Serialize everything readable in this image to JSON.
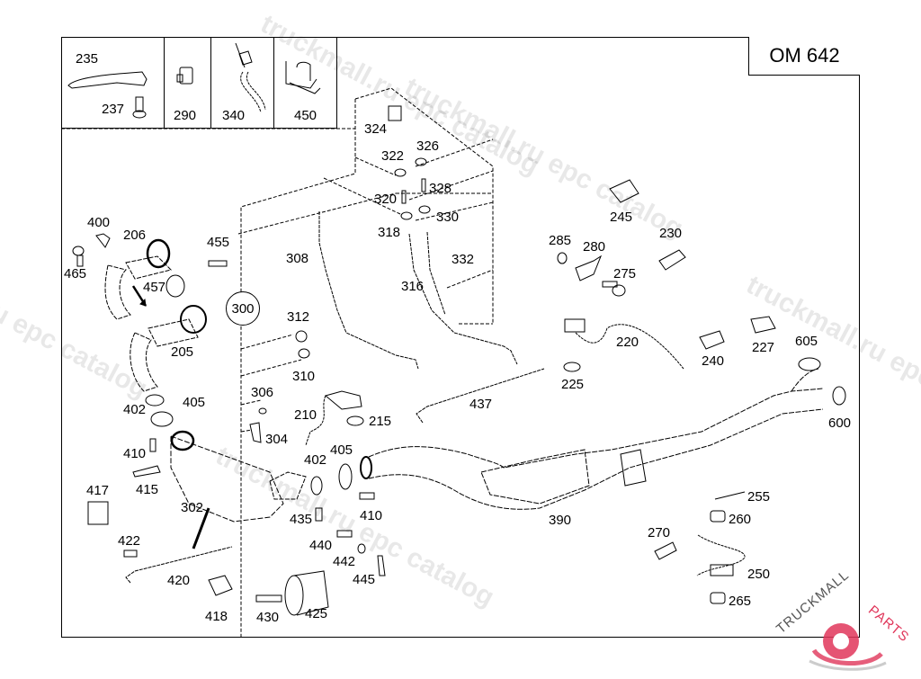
{
  "model": "OM  642",
  "insets": [
    {
      "parts": [
        "235",
        "237"
      ]
    },
    {
      "parts": [
        "290"
      ]
    },
    {
      "parts": [
        "340"
      ]
    },
    {
      "parts": [
        "450"
      ]
    }
  ],
  "labels": {
    "p235": "235",
    "p237": "237",
    "p290": "290",
    "p340": "340",
    "p450": "450",
    "p324": "324",
    "p322": "322",
    "p326": "326",
    "p320": "320",
    "p328": "328",
    "p318": "318",
    "p330": "330",
    "p332": "332",
    "p316": "316",
    "p308": "308",
    "p300": "300",
    "p312": "312",
    "p310": "310",
    "p306": "306",
    "p304": "304",
    "p210": "210",
    "p215": "215",
    "p400": "400",
    "p206": "206",
    "p465": "465",
    "p455": "455",
    "p457": "457",
    "p205": "205",
    "p402a": "402",
    "p405a": "405",
    "p410a": "410",
    "p415": "415",
    "p417": "417",
    "p302": "302",
    "p422": "422",
    "p420": "420",
    "p418": "418",
    "p430": "430",
    "p425": "425",
    "p435": "435",
    "p440": "440",
    "p442": "442",
    "p445": "445",
    "p402b": "402",
    "p405b": "405",
    "p410b": "410",
    "p437": "437",
    "p390": "390",
    "p245": "245",
    "p285": "285",
    "p280": "280",
    "p230": "230",
    "p275": "275",
    "p220": "220",
    "p225": "225",
    "p240": "240",
    "p227": "227",
    "p605": "605",
    "p600": "600",
    "p255": "255",
    "p260": "260",
    "p270": "270",
    "p250": "250",
    "p265": "265"
  },
  "watermarks": [
    "truckmall.ru epc catalog",
    "truckmall.ru epc catalog",
    "truckmall.ru epc catalog",
    "u epc catalog",
    "truckmall.ru epc catalog"
  ],
  "logo": {
    "text_dark": "TRUCKMALL",
    "text_accent": "PARTS",
    "accent_color": "#e0365a"
  }
}
